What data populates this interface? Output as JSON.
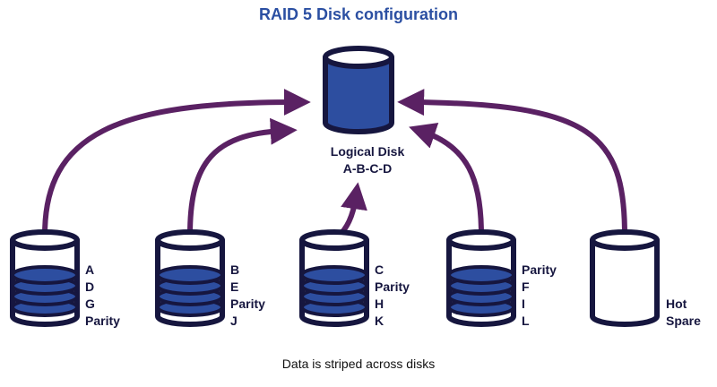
{
  "title": "RAID 5 Disk configuration",
  "logical_disk": {
    "label_line1": "Logical Disk",
    "label_line2": "A-B-C-D"
  },
  "disks": [
    {
      "id": "disk-1",
      "labels": [
        "A",
        "D",
        "G",
        "Parity"
      ],
      "type": "data"
    },
    {
      "id": "disk-2",
      "labels": [
        "B",
        "E",
        "Parity",
        "J"
      ],
      "type": "data"
    },
    {
      "id": "disk-3",
      "labels": [
        "C",
        "Parity",
        "H",
        "K"
      ],
      "type": "data"
    },
    {
      "id": "disk-4",
      "labels": [
        "Parity",
        "F",
        "I",
        "L"
      ],
      "type": "data"
    },
    {
      "id": "hot-spare",
      "labels": [
        "Hot",
        "Spare"
      ],
      "type": "spare"
    }
  ],
  "caption": "Data is striped across disks",
  "colors": {
    "title": "#2b4fa2",
    "disk_fill": "#2d4ea0",
    "outline": "#16163f",
    "arrow": "#5a2163"
  }
}
